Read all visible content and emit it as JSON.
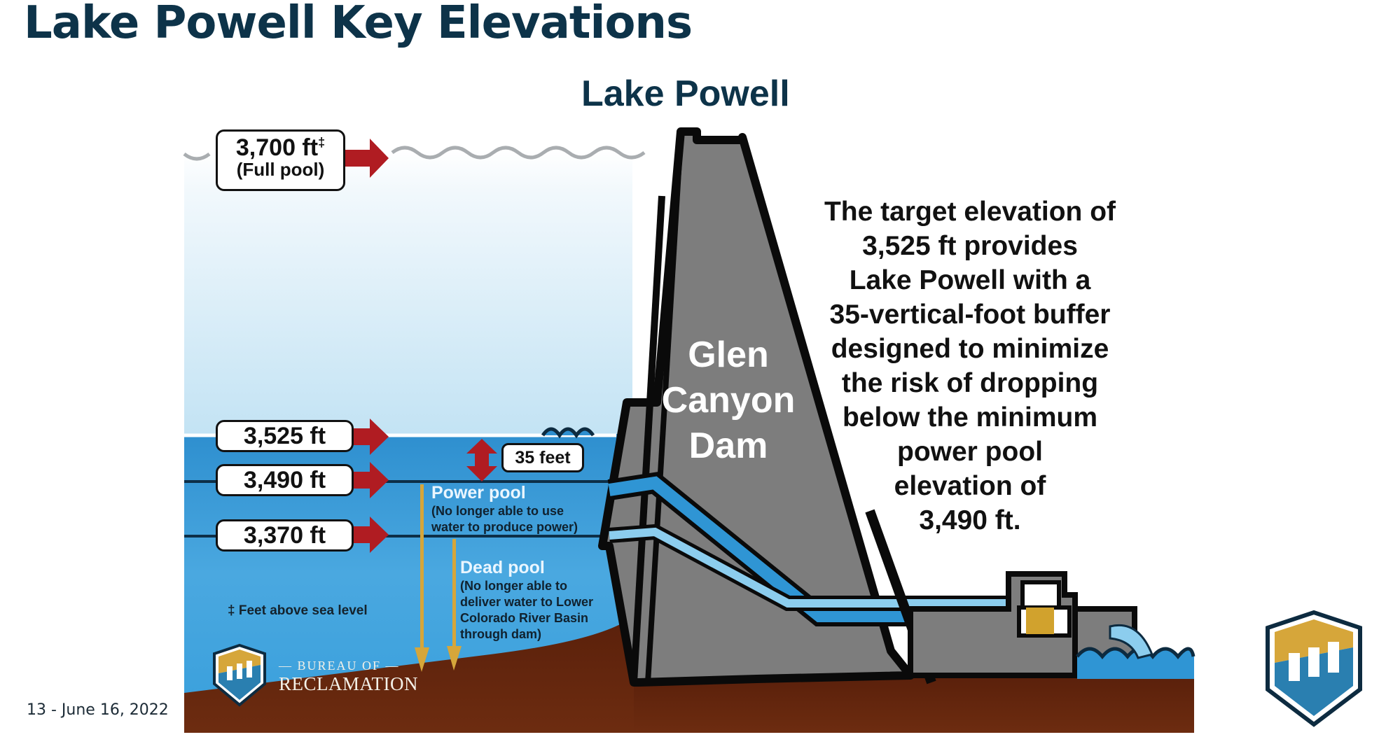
{
  "slide": {
    "title": "Lake Powell Key Elevations",
    "footer": "13 - June 16, 2022"
  },
  "diagram": {
    "subtitle": "Lake Powell",
    "dam_label": [
      "Glen",
      "Canyon",
      "Dam"
    ],
    "elevations": [
      {
        "value": "3,700 ft",
        "marker": "‡",
        "note": "(Full pool)"
      },
      {
        "value": "3,525 ft"
      },
      {
        "value": "3,490 ft"
      },
      {
        "value": "3,370 ft"
      }
    ],
    "buffer_label": "35 feet",
    "power_pool": {
      "title": "Power pool",
      "desc_line1": "(No longer able to use",
      "desc_line2": "water to produce power)"
    },
    "dead_pool": {
      "title": "Dead pool",
      "desc_line1": "(No longer able to",
      "desc_line2": "deliver water to Lower",
      "desc_line3": "Colorado River Basin",
      "desc_line4": "through dam)"
    },
    "footnote": "‡ Feet above sea level",
    "explanation": [
      "The target elevation of",
      "3,525 ft provides",
      "Lake Powell with a",
      "35-vertical-foot buffer",
      "designed to minimize",
      "the risk of dropping",
      "below the minimum",
      "power pool",
      "elevation of",
      "3,490 ft."
    ],
    "logo_text_small": "— BUREAU OF —",
    "logo_text_big": "RECLAMATION"
  },
  "colors": {
    "title": "#0d3349",
    "water_deep": "#2f95d4",
    "water_light": "#c5e5f5",
    "ground": "#6a2a10",
    "dam": "#7a7a7a",
    "arrow": "#b01c22",
    "gold": "#d6a63a"
  }
}
